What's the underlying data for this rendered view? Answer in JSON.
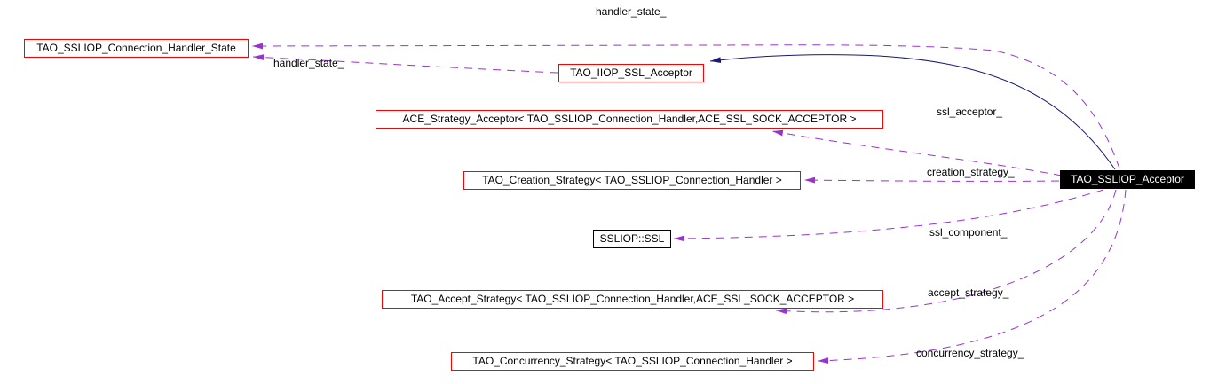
{
  "diagram": {
    "kind": "class-collaboration-graph",
    "colors": {
      "background": "#ffffff",
      "member_edge": "#9a32cd",
      "inheritance_edge": "#191970",
      "node_border_highlight": "#ff0000",
      "node_border_plain": "#000000",
      "node_fill": "#ffffff",
      "node_text": "#000000",
      "focus_node_fill": "#000000",
      "focus_node_text": "#ffffff"
    },
    "nodes": {
      "state": {
        "label": "TAO_SSLIOP_Connection_Handler_State"
      },
      "iiop_ssl_acceptor": {
        "label": "TAO_IIOP_SSL_Acceptor"
      },
      "strategy_acceptor": {
        "label": "ACE_Strategy_Acceptor< TAO_SSLIOP_Connection_Handler,ACE_SSL_SOCK_ACCEPTOR >"
      },
      "creation_strategy": {
        "label": "TAO_Creation_Strategy< TAO_SSLIOP_Connection_Handler >"
      },
      "ssliop_ssl": {
        "label": "SSLIOP::SSL"
      },
      "accept_strategy": {
        "label": "TAO_Accept_Strategy< TAO_SSLIOP_Connection_Handler,ACE_SSL_SOCK_ACCEPTOR >"
      },
      "concurrency_strategy": {
        "label": "TAO_Concurrency_Strategy< TAO_SSLIOP_Connection_Handler >"
      },
      "main": {
        "label": "TAO_SSLIOP_Acceptor"
      }
    },
    "edge_labels": {
      "handler_state_top": "handler_state_",
      "handler_state_side": "handler_state_",
      "ssl_acceptor": "ssl_acceptor_",
      "creation_strategy": "creation_strategy_",
      "ssl_component": "ssl_component_",
      "accept_strategy": "accept_strategy_",
      "concurrency_strategy": "concurrency_strategy_"
    }
  }
}
